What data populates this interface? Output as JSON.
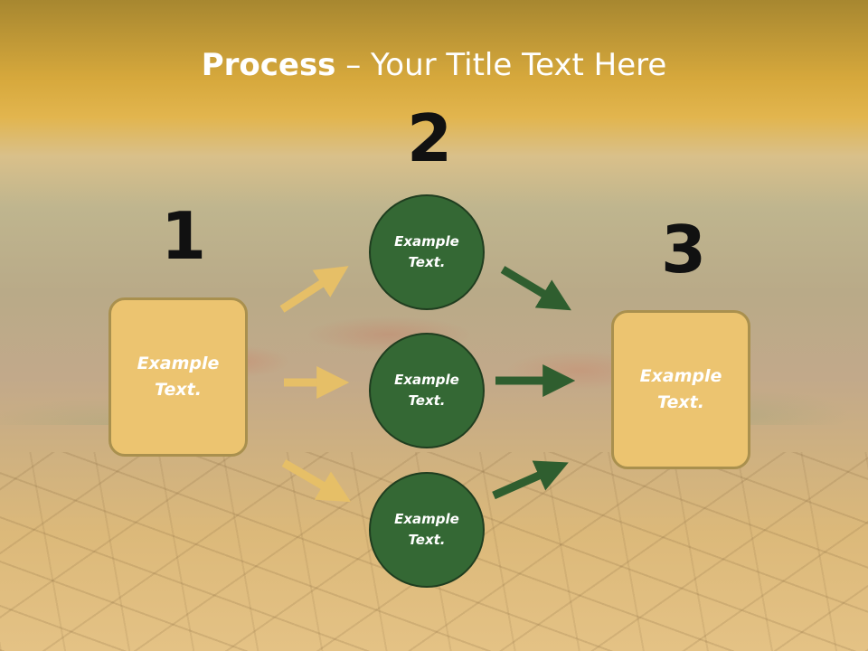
{
  "slide": {
    "title_bold": "Process",
    "title_rest": " – Your Title Text Here",
    "numbers": [
      "1",
      "2",
      "3"
    ]
  },
  "left_box": {
    "text": "Example Text."
  },
  "circles": [
    {
      "text": "Example Text."
    },
    {
      "text": "Example Text."
    },
    {
      "text": "Example Text."
    }
  ],
  "right_box": {
    "text": "Example Text."
  },
  "colors": {
    "box_fill": "#ecc470",
    "box_border": "#a9904e",
    "circle_fill": "#346834",
    "arrow_gold": "#e6bf67",
    "arrow_green": "#2f5e2f"
  }
}
